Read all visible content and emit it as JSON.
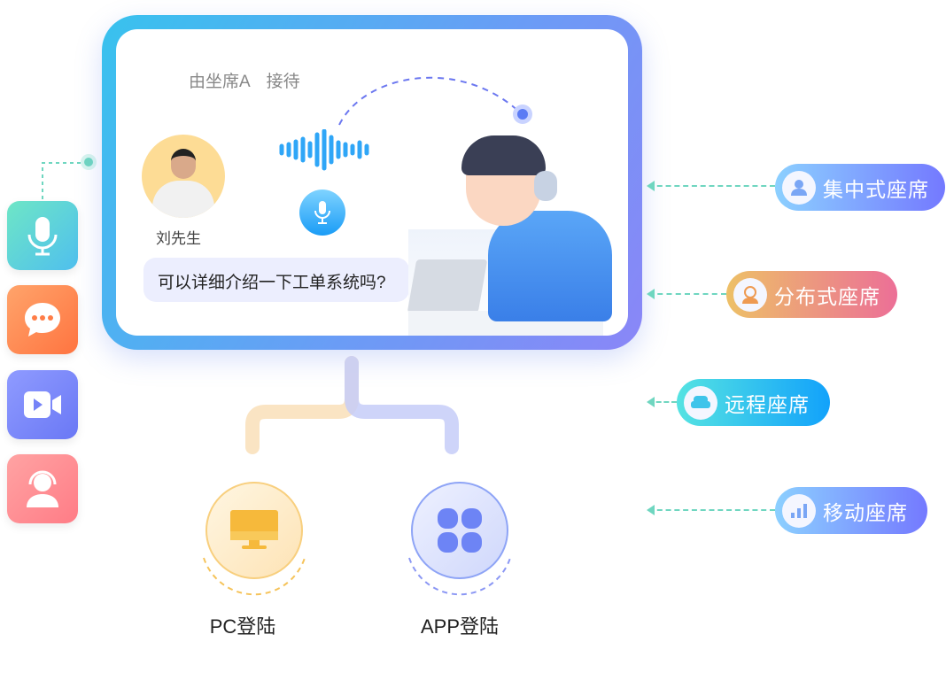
{
  "chat": {
    "header": "由坐席A　接待",
    "customer_name": "刘先生",
    "message": "可以详细介绍一下工单系统吗?"
  },
  "side_icons": [
    "microphone-icon",
    "chat-bubble-icon",
    "video-icon",
    "agent-headset-icon"
  ],
  "seat_types": [
    {
      "label": "集中式座席",
      "icon": "group-users-icon"
    },
    {
      "label": "分布式座席",
      "icon": "headset-agent-icon"
    },
    {
      "label": "远程座席",
      "icon": "sofa-icon"
    },
    {
      "label": "移动座席",
      "icon": "bar-chart-icon"
    }
  ],
  "logins": [
    {
      "label": "PC登陆",
      "icon": "monitor-icon"
    },
    {
      "label": "APP登陆",
      "icon": "apps-grid-icon"
    }
  ],
  "colors": {
    "frame": "#5fa6f5",
    "connector": "#6fd6c0",
    "pc": "#f5c35a",
    "app": "#7b8cf8"
  }
}
